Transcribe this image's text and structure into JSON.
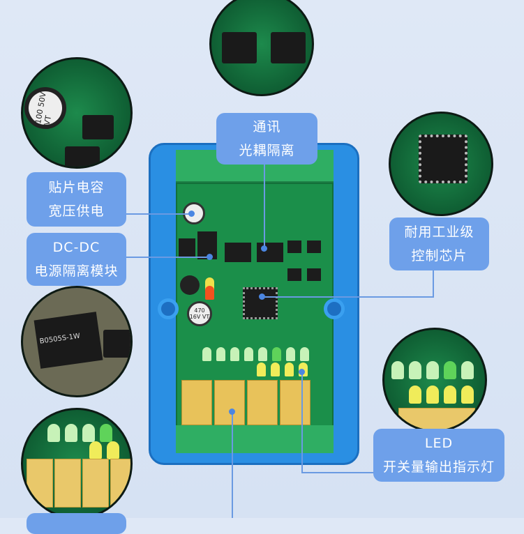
{
  "labels": {
    "comm_isolation": [
      "通讯",
      "光耦隔离"
    ],
    "smd_capacitor": [
      "贴片电容",
      "宽压供电"
    ],
    "dcdc": [
      "DC-DC",
      "电源隔离模块"
    ],
    "control_chip": [
      "耐用工业级",
      "控制芯片"
    ],
    "led": [
      "LED",
      "开关量输出指示灯"
    ]
  },
  "component_markings": {
    "capacitor_top": "100 50V VT",
    "capacitor_board": "470 16V VT",
    "dcdc_module": "B0505S-1W"
  },
  "colors": {
    "label_bg": "#6ea0ea",
    "enclosure": "#2a8fe3",
    "pcb": "#1b8f4a"
  }
}
